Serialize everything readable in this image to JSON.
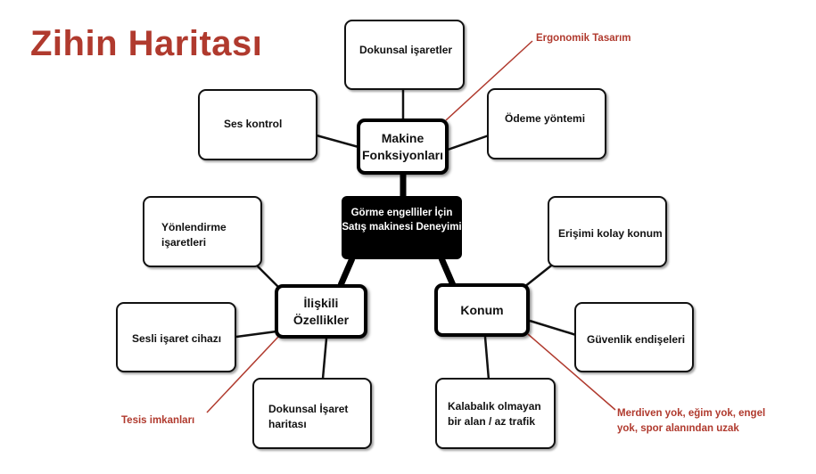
{
  "title": "Zihin Haritası",
  "center": {
    "lines": [
      "Görme engelliler İçin",
      "Satış makinesi",
      "Deneyimi"
    ]
  },
  "hubs": {
    "machine": [
      "Makine",
      "Fonksiyonları"
    ],
    "related": [
      "İlişkili",
      "Özellikler"
    ],
    "location": [
      "Konum"
    ]
  },
  "leaves": {
    "tactile_signs": [
      "Dokunsal işaretler"
    ],
    "voice_control": [
      "Ses kontrol"
    ],
    "payment": [
      "Ödeme yöntemi"
    ],
    "directional_signs": [
      "Yönlendirme",
      "işaretleri"
    ],
    "audio_sign_device": [
      "Sesli işaret cihazı"
    ],
    "tactile_map": [
      "Dokunsal İşaret",
      "haritası"
    ],
    "accessible_location": [
      "Erişimi kolay konum"
    ],
    "safety": [
      "Güvenlik endişeleri"
    ],
    "low_traffic": [
      "Kalabalık olmayan",
      "bir alan / az trafik"
    ]
  },
  "annotations": {
    "ergonomic": [
      "Ergonomik Tasarım"
    ],
    "facilities": [
      "Tesis imkanları"
    ],
    "no_stairs": [
      "Merdiven yok, eğim yok, engel",
      "yok, spor alanından uzak"
    ]
  },
  "colors": {
    "accent": "#b03a2e",
    "node_border": "#111111",
    "center_fill": "#000000"
  }
}
